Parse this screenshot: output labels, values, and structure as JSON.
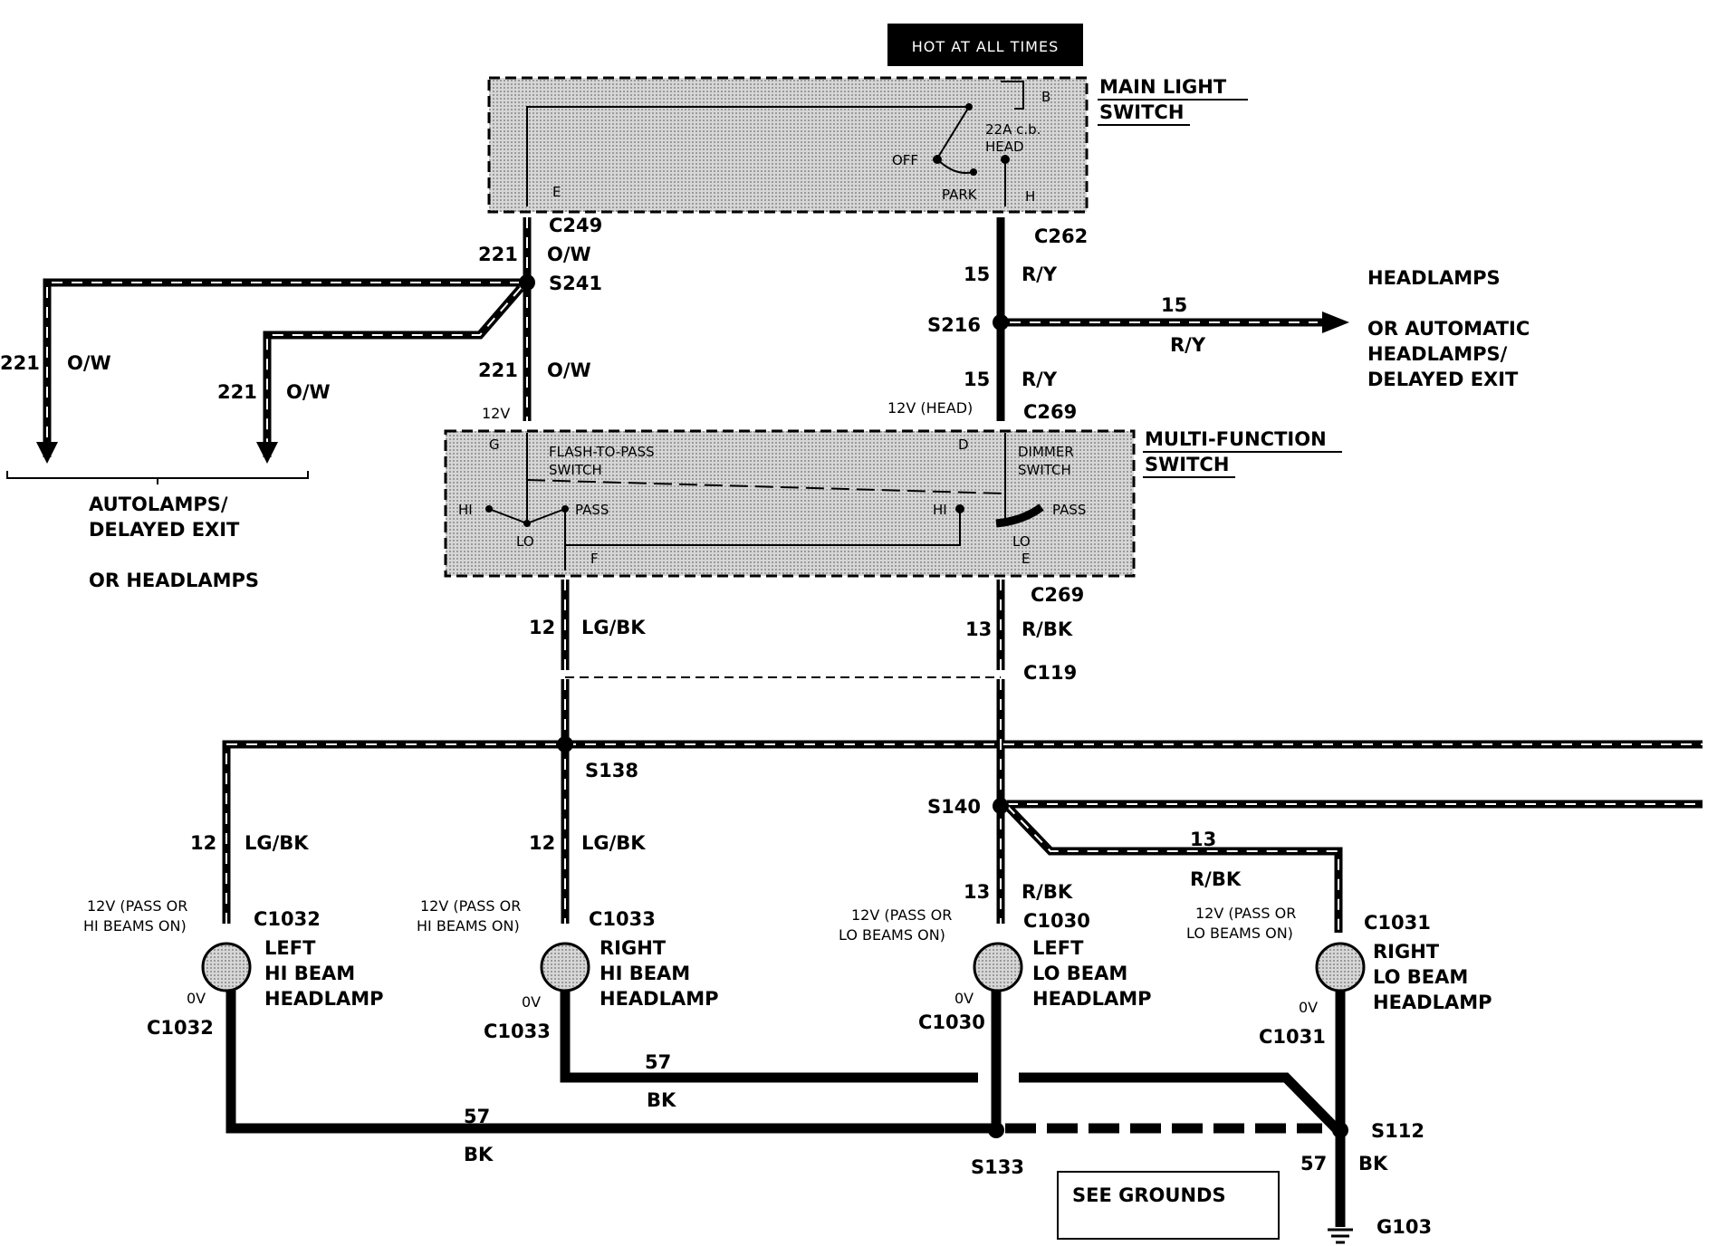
{
  "header": {
    "hot_label": "HOT AT ALL TIMES"
  },
  "components": {
    "main_light_switch": {
      "title_line1": "MAIN LIGHT",
      "title_line2": "SWITCH",
      "pins": {
        "b": "B",
        "e": "E",
        "h": "H"
      },
      "labels": {
        "cb": "22A c.b.",
        "head": "HEAD",
        "off": "OFF",
        "park": "PARK"
      }
    },
    "multi_function_switch": {
      "title_line1": "MULTI-FUNCTION",
      "title_line2": "SWITCH",
      "pins": {
        "g": "G",
        "d": "D",
        "f": "F",
        "e": "E"
      },
      "labels": {
        "ftp1": "FLASH-TO-PASS",
        "ftp2": "SWITCH",
        "dim1": "DIMMER",
        "dim2": "SWITCH",
        "hi": "HI",
        "lo": "LO",
        "pass": "PASS"
      }
    }
  },
  "connectors": {
    "c249": "C249",
    "c262": "C262",
    "s241": "S241",
    "s216": "S216",
    "c269_top": "C269",
    "c269_bot": "C269",
    "c119": "C119",
    "s138": "S138",
    "s140": "S140",
    "c1032_top": "C1032",
    "c1033_top": "C1033",
    "c1030_top": "C1030",
    "c1031_top": "C1031",
    "c1032_bot": "C1032",
    "c1033_bot": "C1033",
    "c1030_bot": "C1030",
    "c1031_bot": "C1031",
    "s133": "S133",
    "s112": "S112",
    "g103": "G103"
  },
  "wires": {
    "w221": "221",
    "ow": "O/W",
    "w15": "15",
    "ry": "R/Y",
    "w12": "12",
    "lgbk": "LG/BK",
    "w13": "13",
    "rbk": "R/BK",
    "w57": "57",
    "bk": "BK"
  },
  "voltages": {
    "v12": "12V",
    "v12head": "12V (HEAD)",
    "v0": "0V",
    "pass_hi_1": "12V (PASS OR",
    "pass_hi_2": "HI BEAMS ON)",
    "pass_lo_1": "12V (PASS OR",
    "pass_lo_2": "LO BEAMS ON)"
  },
  "destinations": {
    "headlamps_1": "HEADLAMPS",
    "headlamps_2": "OR AUTOMATIC",
    "headlamps_3": "HEADLAMPS/",
    "headlamps_4": "DELAYED EXIT",
    "autolamps_1": "AUTOLAMPS/",
    "autolamps_2": "DELAYED EXIT",
    "autolamps_3": "OR HEADLAMPS"
  },
  "lamps": {
    "left_hi": [
      "LEFT",
      "HI BEAM",
      "HEADLAMP"
    ],
    "right_hi": [
      "RIGHT",
      "HI BEAM",
      "HEADLAMP"
    ],
    "left_lo": [
      "LEFT",
      "LO BEAM",
      "HEADLAMP"
    ],
    "right_lo": [
      "RIGHT",
      "LO BEAM",
      "HEADLAMP"
    ]
  },
  "see_grounds": "SEE GROUNDS"
}
